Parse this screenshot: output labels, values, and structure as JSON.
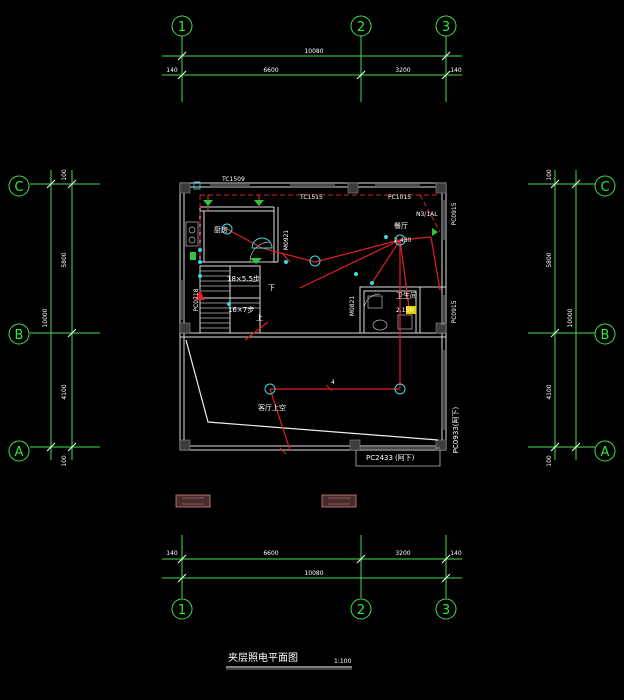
{
  "drawing": {
    "title": "夹层照电平面图",
    "scale": "1:100"
  },
  "grid_axes": {
    "vertical": [
      "1",
      "2",
      "3"
    ],
    "horizontal": [
      "C",
      "B",
      "A"
    ]
  },
  "dimensions": {
    "top_total": "10080",
    "top_left_edge": "140",
    "top_span_1": "6600",
    "top_span_2": "3200",
    "top_right_edge": "140",
    "bottom_total": "10080",
    "bottom_left_edge": "140",
    "bottom_span_1": "6600",
    "bottom_span_2": "3200",
    "bottom_right_edge": "140",
    "side_total": "10000",
    "side_top_edge": "100",
    "side_span_1": "5800",
    "side_span_2": "4100",
    "side_bottom_edge": "100"
  },
  "rooms": {
    "kitchen": "厨房",
    "dining": "餐厅",
    "bathroom": "卫生间",
    "living_upper": "客厅上空"
  },
  "stairs": {
    "upper": "18×5.5步",
    "lower": "16×7步",
    "down": "下",
    "up": "上"
  },
  "openings": {
    "w_top_left": "TC1509",
    "w_top_mid": "TC1515",
    "w_top_right": "PC1015",
    "door_kitchen": "M0921",
    "door_bath": "M0821",
    "w_left": "PC0718",
    "w_right_top": "PC0915",
    "w_right_mid": "PC0915",
    "w_bottom": "PC2433",
    "w_bottom_note": "(阿下)",
    "w_right_bottom": "PC0933(阿下)"
  },
  "annotations": {
    "dining_height": "2.430",
    "bath_height": "2.150",
    "circuit_tag": "N3/1AL",
    "wire_count": "4"
  }
}
